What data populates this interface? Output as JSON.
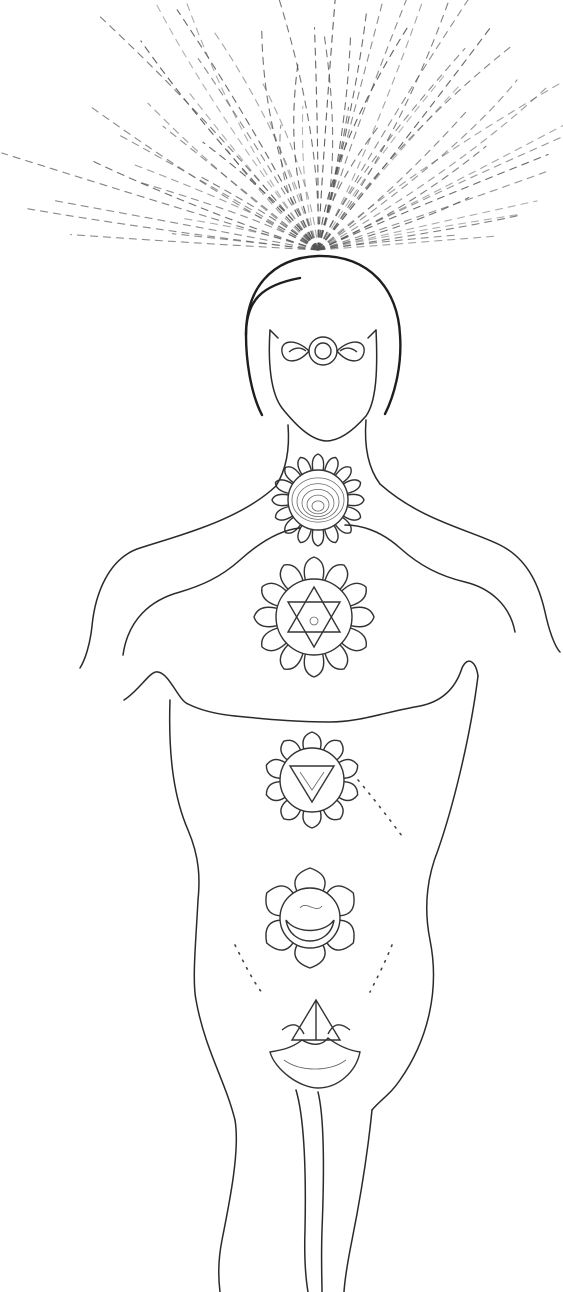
{
  "figure": {
    "chakras": [
      {
        "id": "crown",
        "icon": "thousand-petal-rays-icon"
      },
      {
        "id": "third-eye",
        "icon": "two-petal-lotus-icon"
      },
      {
        "id": "throat",
        "icon": "sixteen-petal-lotus-icon"
      },
      {
        "id": "heart",
        "icon": "twelve-petal-lotus-icon"
      },
      {
        "id": "solar-plexus",
        "icon": "ten-petal-lotus-triangle-icon"
      },
      {
        "id": "sacral",
        "icon": "six-petal-lotus-crescent-icon"
      },
      {
        "id": "root",
        "icon": "four-petal-lotus-triangle-icon"
      }
    ],
    "colors": {
      "ink": "#2a2a2a",
      "background": "#ffffff"
    }
  }
}
